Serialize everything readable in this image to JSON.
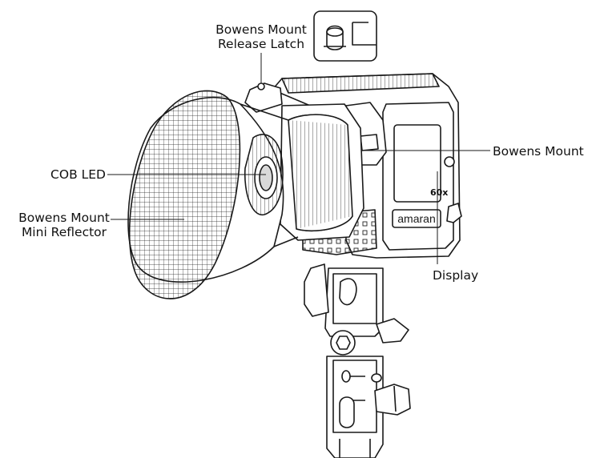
{
  "labels": {
    "release_latch": [
      "Bowens Mount",
      "Release Latch"
    ],
    "bowens_mount": "Bowens Mount",
    "cob_led": "COB LED",
    "mini_reflector": [
      "Bowens Mount",
      "Mini Reflector"
    ],
    "display": "Display"
  },
  "branding": {
    "logo_text": "amaran",
    "model_text": "60x"
  },
  "colors": {
    "line": "#1a1a1a",
    "fill": "#ffffff",
    "shade": "#d9d9d9"
  },
  "icons": [
    "latch-detail-icon",
    "hex-knob-icon"
  ]
}
